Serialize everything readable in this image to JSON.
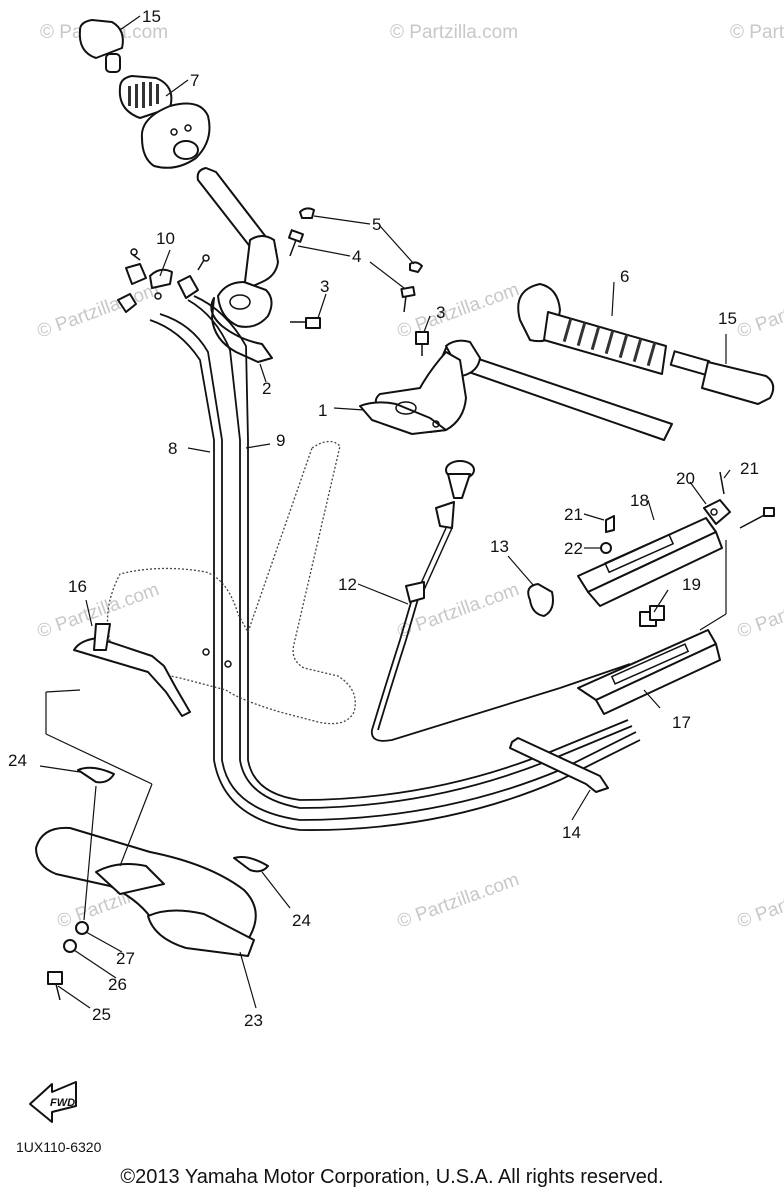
{
  "diagram_code": "1UX110-6320",
  "copyright": "©2013 Yamaha Motor Corporation, U.S.A. All rights reserved.",
  "watermark": "© Partzilla.com",
  "fwd_label": "FWD",
  "callouts": [
    "1",
    "2",
    "3",
    "3",
    "4",
    "5",
    "6",
    "7",
    "8",
    "9",
    "10",
    "12",
    "13",
    "14",
    "15",
    "15",
    "16",
    "17",
    "18",
    "19",
    "20",
    "21",
    "21",
    "22",
    "23",
    "24",
    "24",
    "25",
    "26",
    "27"
  ],
  "colors": {
    "line": "#111111",
    "watermark": "#c8c8c8",
    "background": "#ffffff"
  }
}
